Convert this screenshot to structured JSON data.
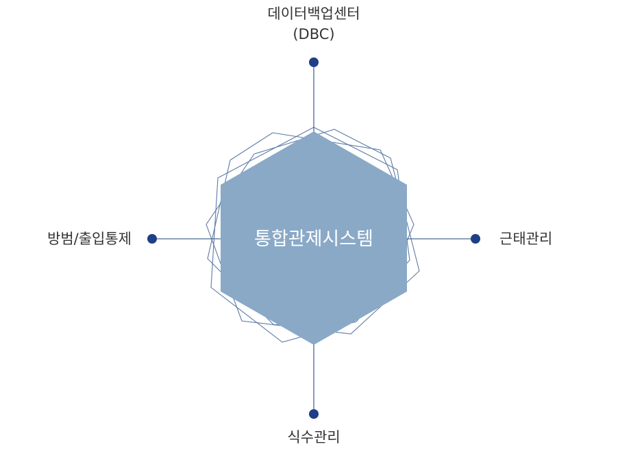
{
  "center": {
    "label": "통합관제시스템"
  },
  "nodes": {
    "top": {
      "line1": "데이터백업센터",
      "line2": "(DBC)"
    },
    "left": {
      "label": "방범/출입통제"
    },
    "right": {
      "label": "근태관리"
    },
    "bottom": {
      "label": "식수관리"
    }
  },
  "colors": {
    "hexagon_fill": "#8aa9c7",
    "outline_stroke": "#5c7aa6",
    "connector_line": "#4a6794",
    "node_dot": "#1f3f86",
    "label_text": "#333333"
  }
}
